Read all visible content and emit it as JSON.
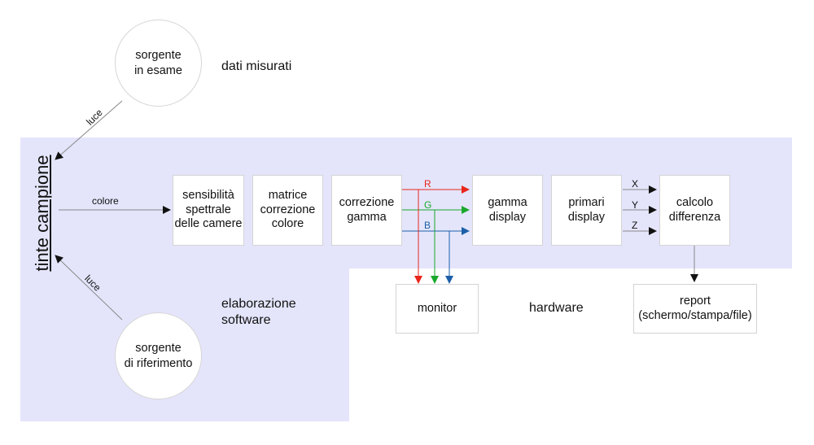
{
  "title_vertical": "tinte campione",
  "circles": {
    "source_test": "sorgente\nin esame",
    "source_reference": "sorgente\ndi riferimento"
  },
  "labels": {
    "measured_data": "dati misurati",
    "software_processing": "elaborazione\nsoftware",
    "hardware": "hardware",
    "light_top": "luce",
    "light_bottom": "luce",
    "color": "colore"
  },
  "blocks": {
    "spectral_sensitivity": "sensibilità\nspettrale\ndelle camere",
    "color_matrix": "matrice\ncorrezione\ncolore",
    "gamma_correction": "correzione\ngamma",
    "display_gamma": "gamma\ndisplay",
    "display_primaries": "primari\ndisplay",
    "difference_calc": "calcolo\ndifferenza",
    "monitor": "monitor",
    "report": "report\n(schermo/stampa/file)"
  },
  "channels": {
    "r": "R",
    "g": "G",
    "b": "B",
    "x": "X",
    "y": "Y",
    "z": "Z"
  },
  "colors": {
    "region_fill": "#e4e5fb",
    "red": "#e8261c",
    "green": "#1aa82c",
    "blue": "#1c5fa8",
    "arrow": "#111111"
  }
}
